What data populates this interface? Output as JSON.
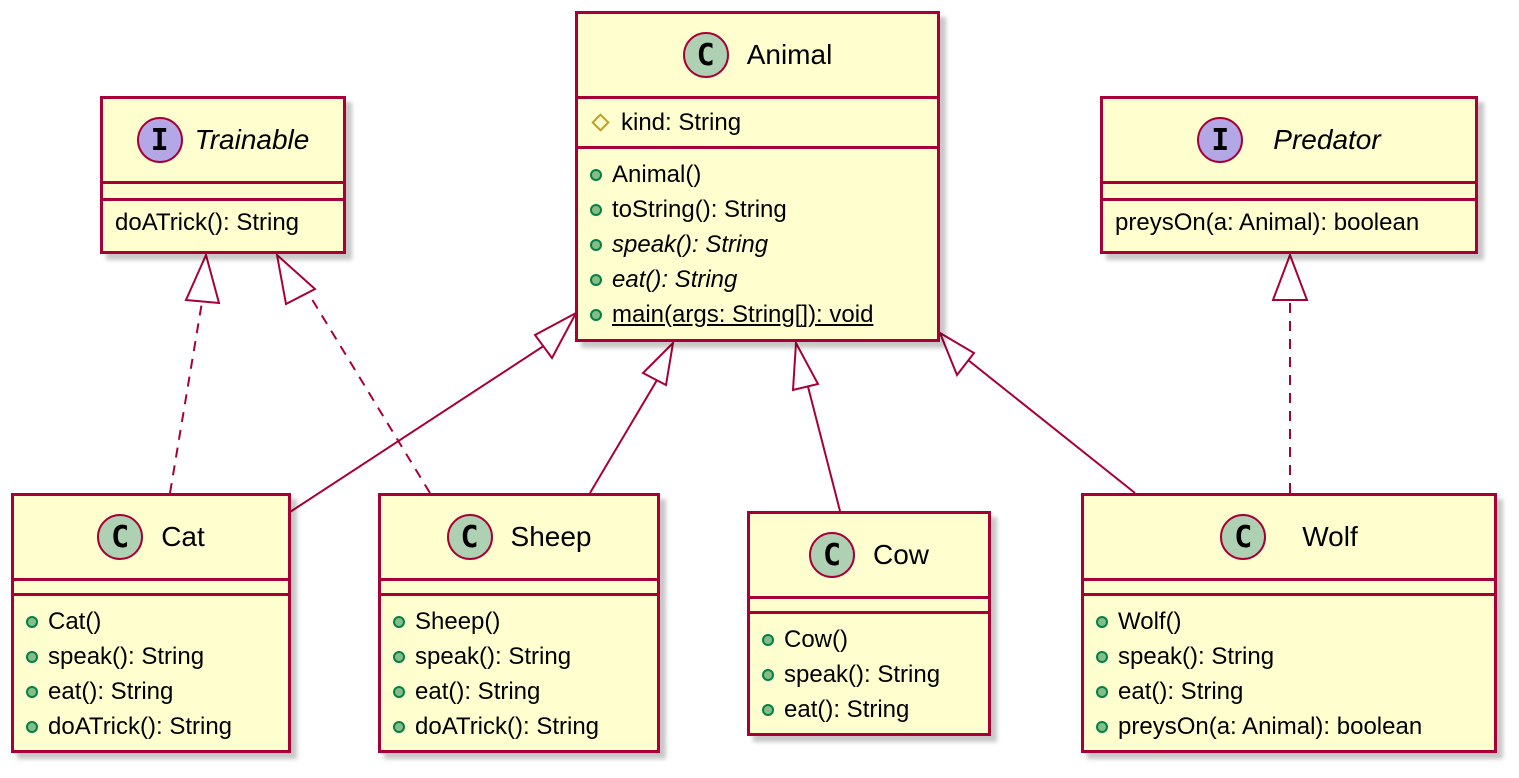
{
  "classes": {
    "animal": {
      "stereotype": "C",
      "name": "Animal",
      "fields": [
        {
          "visibility": "protected",
          "text": "kind: String"
        }
      ],
      "methods": [
        {
          "text": "Animal()"
        },
        {
          "text": "toString(): String"
        },
        {
          "text": "speak(): String",
          "abstract": true
        },
        {
          "text": "eat(): String",
          "abstract": true
        },
        {
          "text": "main(args: String[]): void",
          "static": true
        }
      ]
    },
    "trainable": {
      "stereotype": "I",
      "name": "Trainable",
      "methods": [
        {
          "text": "doATrick(): String"
        }
      ]
    },
    "predator": {
      "stereotype": "I",
      "name": "Predator",
      "methods": [
        {
          "text": "preysOn(a: Animal): boolean"
        }
      ]
    },
    "cat": {
      "stereotype": "C",
      "name": "Cat",
      "methods": [
        {
          "text": "Cat()"
        },
        {
          "text": "speak(): String"
        },
        {
          "text": "eat(): String"
        },
        {
          "text": "doATrick(): String"
        }
      ]
    },
    "sheep": {
      "stereotype": "C",
      "name": "Sheep",
      "methods": [
        {
          "text": "Sheep()"
        },
        {
          "text": "speak(): String"
        },
        {
          "text": "eat(): String"
        },
        {
          "text": "doATrick(): String"
        }
      ]
    },
    "cow": {
      "stereotype": "C",
      "name": "Cow",
      "methods": [
        {
          "text": "Cow()"
        },
        {
          "text": "speak(): String"
        },
        {
          "text": "eat(): String"
        }
      ]
    },
    "wolf": {
      "stereotype": "C",
      "name": "Wolf",
      "methods": [
        {
          "text": "Wolf()"
        },
        {
          "text": "speak(): String"
        },
        {
          "text": "eat(): String"
        },
        {
          "text": "preysOn(a: Animal): boolean"
        }
      ]
    }
  },
  "relations": [
    {
      "from": "Cat",
      "to": "Animal",
      "type": "extends"
    },
    {
      "from": "Sheep",
      "to": "Animal",
      "type": "extends"
    },
    {
      "from": "Cow",
      "to": "Animal",
      "type": "extends"
    },
    {
      "from": "Wolf",
      "to": "Animal",
      "type": "extends"
    },
    {
      "from": "Cat",
      "to": "Trainable",
      "type": "implements"
    },
    {
      "from": "Sheep",
      "to": "Trainable",
      "type": "implements"
    },
    {
      "from": "Wolf",
      "to": "Predator",
      "type": "implements"
    }
  ],
  "colors": {
    "border": "#a80036",
    "fill": "#fefece",
    "class_badge": "#add1b2",
    "interface_badge": "#b4a7e5",
    "public_dot": "#84be84",
    "protected_diamond": "#c3a11f"
  }
}
